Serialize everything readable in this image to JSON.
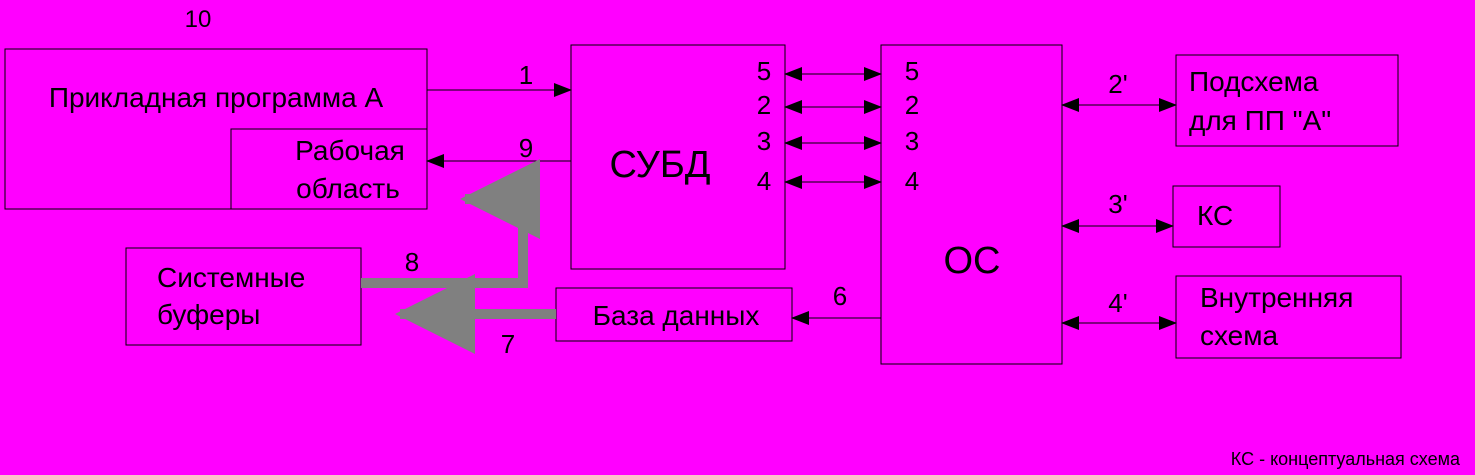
{
  "diagram": {
    "labels": {
      "ten": "10",
      "app_program": "Прикладная программа А",
      "work_area_line1": "Рабочая",
      "work_area_line2": "область",
      "sys_buffers_line1": "Системные",
      "sys_buffers_line2": "буферы",
      "dbms": "СУБД",
      "os": "ОС",
      "database": "База данных",
      "subschema_line1": "Подсхема",
      "subschema_line2": "для ПП \"А\"",
      "ks": "КС",
      "internal_line1": "Внутренняя",
      "internal_line2": "схема",
      "footnote": "КС - концептуальная схема"
    },
    "arrows": {
      "a1": "1",
      "a9": "9",
      "a8": "8",
      "a7": "7",
      "a6": "6",
      "a2p": "2'",
      "a3p": "3'",
      "a4p": "4'"
    },
    "ports": {
      "dbms": [
        "5",
        "2",
        "3",
        "4"
      ],
      "os": [
        "5",
        "2",
        "3",
        "4"
      ]
    },
    "colors": {
      "background": "#FF00FF",
      "line": "#000000",
      "buffer_path": "#808080"
    }
  }
}
